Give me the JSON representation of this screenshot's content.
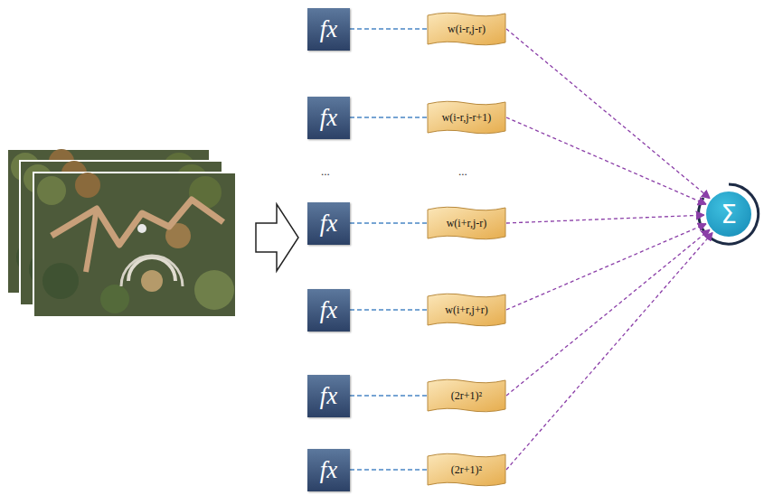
{
  "diagram": {
    "nodes": [
      {
        "text": [
          "fx"
        ]
      },
      {
        "text": [
          "w(i-r,j-r)"
        ]
      },
      {
        "text": [
          "fx"
        ]
      },
      {
        "text": [
          "w(i-r,j-r+1)"
        ]
      },
      {
        "text": [
          "fx"
        ]
      },
      {
        "text": [
          "w(i+r,j-r)"
        ]
      },
      {
        "text": [
          "fx"
        ]
      },
      {
        "text": [
          "w(i+r,j+r)"
        ]
      },
      {
        "text": [
          "fx"
        ]
      },
      {
        "text": [
          "(2r+1)²"
        ]
      },
      {
        "text": [
          "fx"
        ]
      },
      {
        "text": [
          "(2r+1)²"
        ]
      },
      {
        "text": [
          "Σ"
        ]
      }
    ],
    "edges": [
      {
        "from": 0,
        "to": 1,
        "arrow": "none"
      },
      {
        "from": 2,
        "to": 3,
        "arrow": "none"
      },
      {
        "from": 4,
        "to": 5,
        "arrow": "none"
      },
      {
        "from": 6,
        "to": 7,
        "arrow": "none"
      },
      {
        "from": 8,
        "to": 9,
        "arrow": "none"
      },
      {
        "from": 10,
        "to": 11,
        "arrow": "none"
      },
      {
        "from": 1,
        "to": 12,
        "arrow": "to"
      },
      {
        "from": 3,
        "to": 12,
        "arrow": "to"
      },
      {
        "from": 5,
        "to": 12,
        "arrow": "to"
      },
      {
        "from": 7,
        "to": 12,
        "arrow": "to"
      },
      {
        "from": 9,
        "to": 12,
        "arrow": "to"
      },
      {
        "from": 11,
        "to": 12,
        "arrow": "to"
      }
    ],
    "labels": [
      "...",
      "..."
    ]
  }
}
